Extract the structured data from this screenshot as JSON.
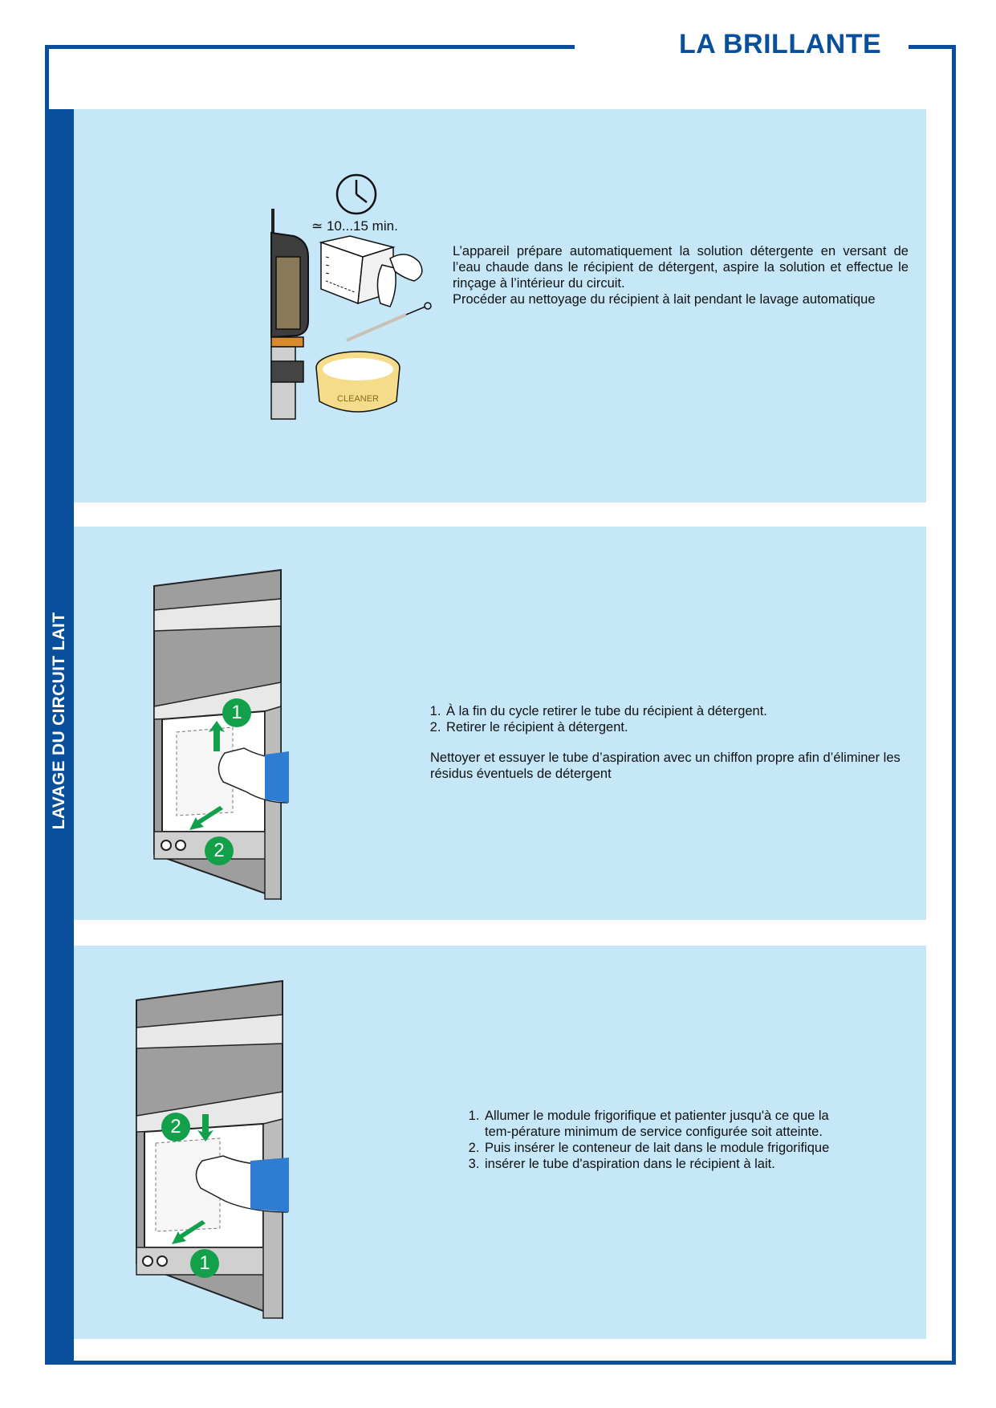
{
  "header": {
    "title": "LA BRILLANTE"
  },
  "sidebar": {
    "label": "LAVAGE DU CIRCUIT LAIT"
  },
  "section1": {
    "timer_label": "≃ 10...15 min.",
    "cleaner_label": "CLEANER",
    "paragraph": "L’appareil prépare automatiquement la solution détergente en versant de l’eau chaude dans le récipient de détergent, aspire la solution et effectue le rinçage à l’intérieur du circuit.",
    "note": "Procéder au nettoyage du récipient à lait pendant le lavage automatique"
  },
  "section2": {
    "steps": [
      "À la fin du cycle retirer le tube du récipient à détergent.",
      "Retirer le récipient à détergent."
    ],
    "note": "Nettoyer et essuyer le tube d’aspiration avec un chiffon propre afin d’éliminer les résidus éventuels de détergent",
    "markers": [
      "1",
      "2"
    ]
  },
  "section3": {
    "steps": [
      "Allumer le module frigorifique et patienter jusqu'à ce que la tem-pérature minimum de service configurée soit atteinte.",
      "Puis insérer le conteneur de lait dans le module frigorifique",
      "insérer le tube d'aspiration dans le récipient à lait."
    ],
    "markers": [
      "1",
      "2"
    ]
  },
  "colors": {
    "brand_blue": "#0a4f9c",
    "panel_blue": "#c5e7f8",
    "marker_green": "#12a04a"
  }
}
